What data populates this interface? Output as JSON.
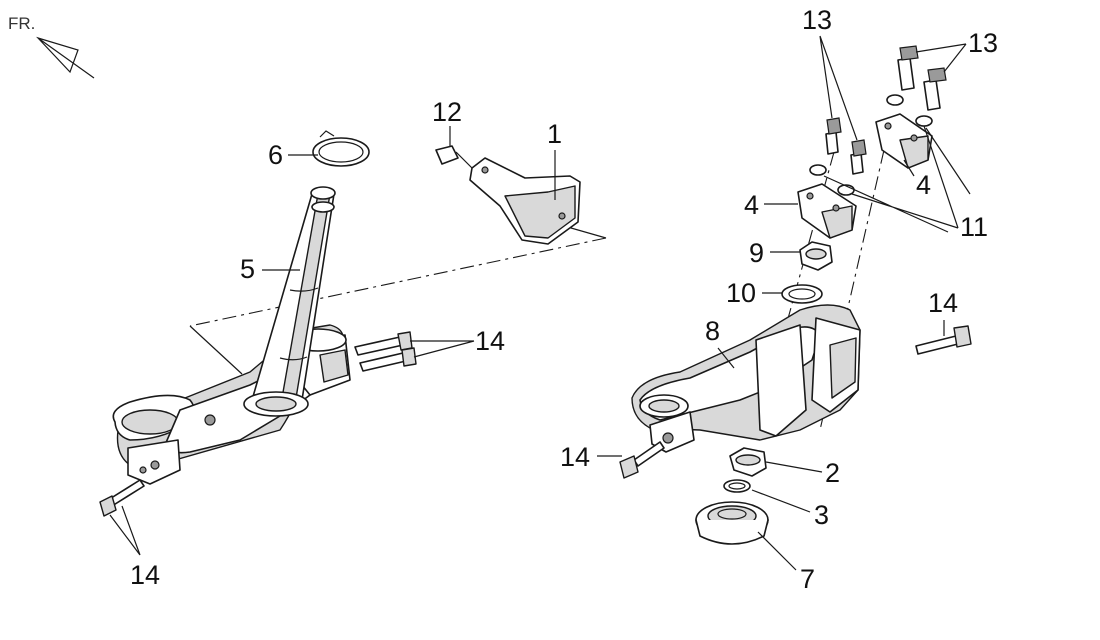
{
  "direction_label": "FR.",
  "callouts": {
    "c1": "1",
    "c2": "2",
    "c3": "3",
    "c4a": "4",
    "c4b": "4",
    "c5": "5",
    "c6": "6",
    "c7": "7",
    "c8": "8",
    "c9": "9",
    "c10": "10",
    "c11": "11",
    "c12": "12",
    "c13a": "13",
    "c13b": "13",
    "c14a": "14",
    "c14b": "14",
    "c14c": "14",
    "c14d": "14"
  },
  "colors": {
    "line": "#1a1a1a",
    "shade": "#d9d9d9",
    "background": "#ffffff"
  }
}
